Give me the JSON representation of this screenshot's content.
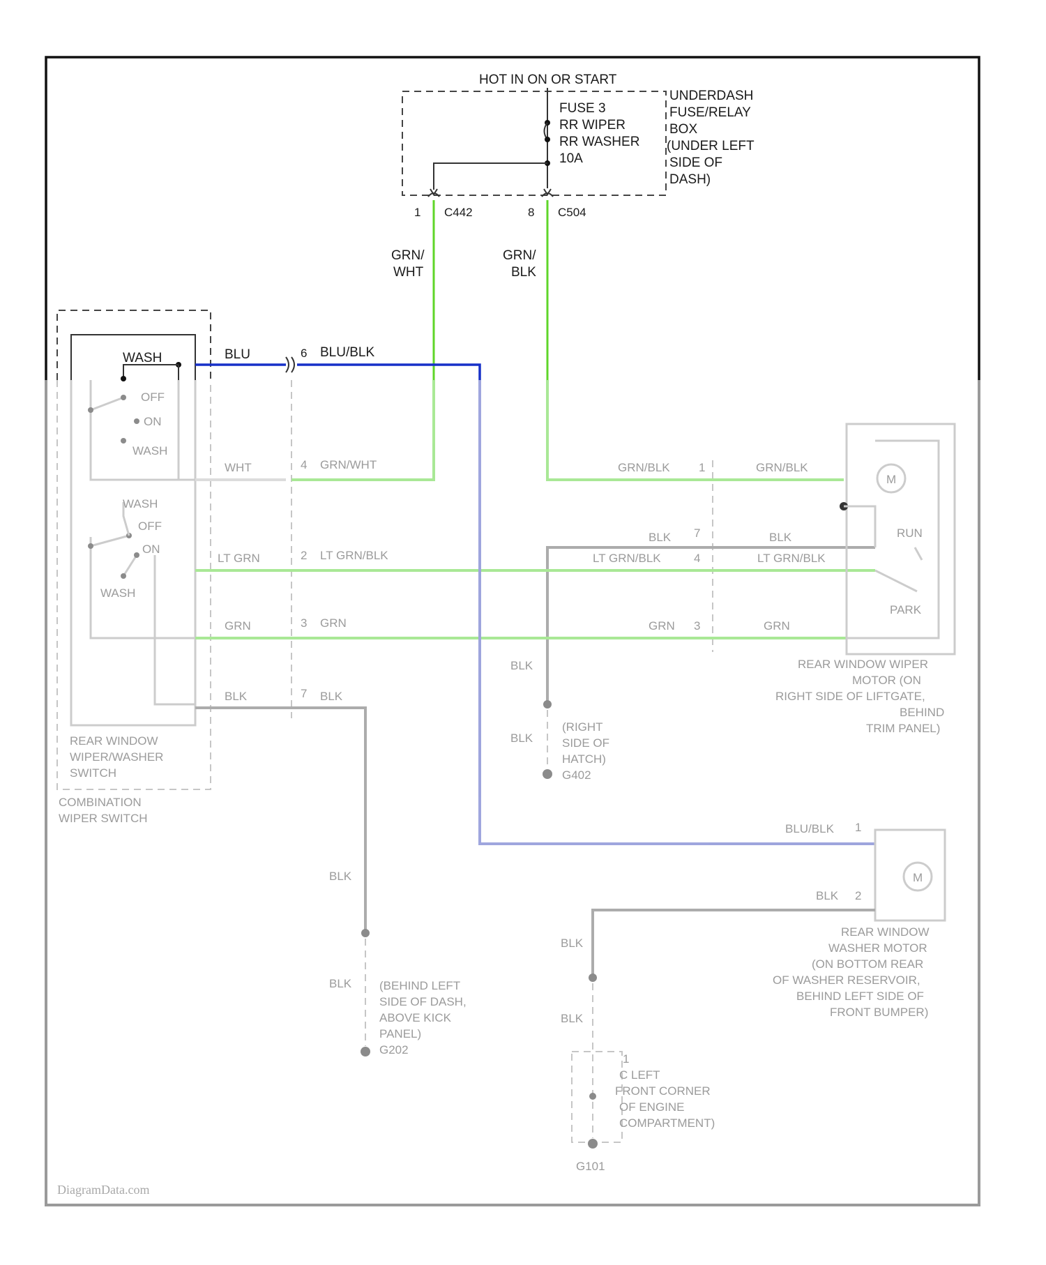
{
  "fuse_box": {
    "power_label": "HOT IN ON OR START",
    "fuse_lines": [
      "FUSE 3",
      "RR WIPER",
      "RR WASHER",
      "10A"
    ],
    "box_lines": [
      "UNDERDASH",
      "FUSE/RELAY",
      "BOX",
      "(UNDER LEFT",
      "SIDE OF",
      "DASH)"
    ]
  },
  "connectors": {
    "c442": {
      "pin": "1",
      "name": "C442"
    },
    "c504": {
      "pin": "8",
      "name": "C504"
    },
    "combo_pin": "6"
  },
  "wires": {
    "grn_wht": [
      "GRN/",
      "WHT"
    ],
    "grn_blk": [
      "GRN/",
      "BLK"
    ],
    "blu": "BLU",
    "blu_blk": "BLU/BLK"
  },
  "switch": {
    "wash_label": "WASH"
  },
  "blurred_labels": {
    "switch_top_positions": [
      "OFF",
      "ON",
      "WASH"
    ],
    "switch_bottom_positions": [
      "WASH",
      "OFF",
      "ON",
      "WASH"
    ],
    "row1": {
      "left": "WHT",
      "pin": "4",
      "wire": "GRN/WHT",
      "right_wire": "GRN/BLK",
      "right_pin": "1",
      "right_wire2": "GRN/BLK"
    },
    "row_blk": {
      "wire": "BLK",
      "pin": "7",
      "wire2": "BLK"
    },
    "row2": {
      "left": "LT GRN",
      "pin": "2",
      "wire": "LT GRN/BLK",
      "right_wire": "LT GRN/BLK",
      "right_pin": "4",
      "right_wire2": "LT GRN/BLK"
    },
    "row3": {
      "left": "GRN",
      "pin": "3",
      "wire": "GRN",
      "right_wire": "GRN",
      "right_pin": "3",
      "right_wire2": "GRN"
    },
    "row4": {
      "left": "BLK",
      "pin": "7",
      "wire": "BLK"
    },
    "motor_positions": [
      "RUN",
      "PARK"
    ],
    "motor_m": "M",
    "wiper_motor_lines": [
      "REAR WINDOW WIPER",
      "MOTOR (ON",
      "RIGHT SIDE OF LIFTGATE,",
      "BEHIND",
      "TRIM PANEL)"
    ],
    "ground1_wire": "BLK",
    "ground1_wire2": "BLK",
    "ground1_lines": [
      "(RIGHT",
      "SIDE OF",
      "HATCH)",
      "G402"
    ],
    "switch_lines": [
      "REAR WINDOW",
      "WIPER/WASHER",
      "SWITCH"
    ],
    "combo_lines": [
      "COMBINATION",
      "WIPER SWITCH"
    ],
    "washer_wire": "BLU/BLK",
    "washer_pin": "1",
    "washer_gnd_wire": "BLK",
    "washer_gnd_pin": "2",
    "washer_motor_lines": [
      "REAR WINDOW",
      "WASHER MOTOR",
      "(ON BOTTOM REAR",
      "OF WASHER RESERVOIR,",
      "BEHIND LEFT SIDE OF",
      "FRONT BUMPER)"
    ],
    "ground2_wire": "BLK",
    "ground2_wire2": "BLK",
    "ground2_lines": [
      "(BEHIND LEFT",
      "SIDE OF DASH,",
      "ABOVE KICK",
      "PANEL)",
      "G202"
    ],
    "ground3_wire": "BLK",
    "ground3_wire2": "BLK",
    "ground3_pin": "1",
    "ground3_lines": [
      "C LEFT",
      "FRONT CORNER",
      "OF ENGINE",
      "COMPARTMENT)"
    ],
    "ground3_name": "G101",
    "watermark": "DiagramData.com"
  }
}
